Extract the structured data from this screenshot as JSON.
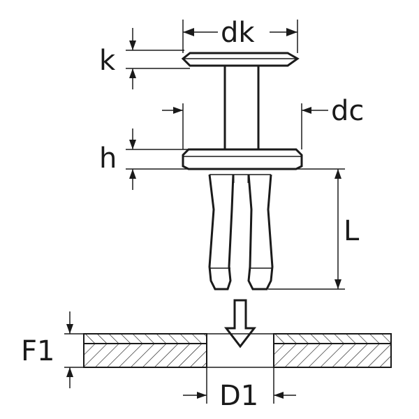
{
  "labels": {
    "dk": "dk",
    "k": "k",
    "dc": "dc",
    "h": "h",
    "L": "L",
    "F1": "F1",
    "D1": "D1"
  }
}
